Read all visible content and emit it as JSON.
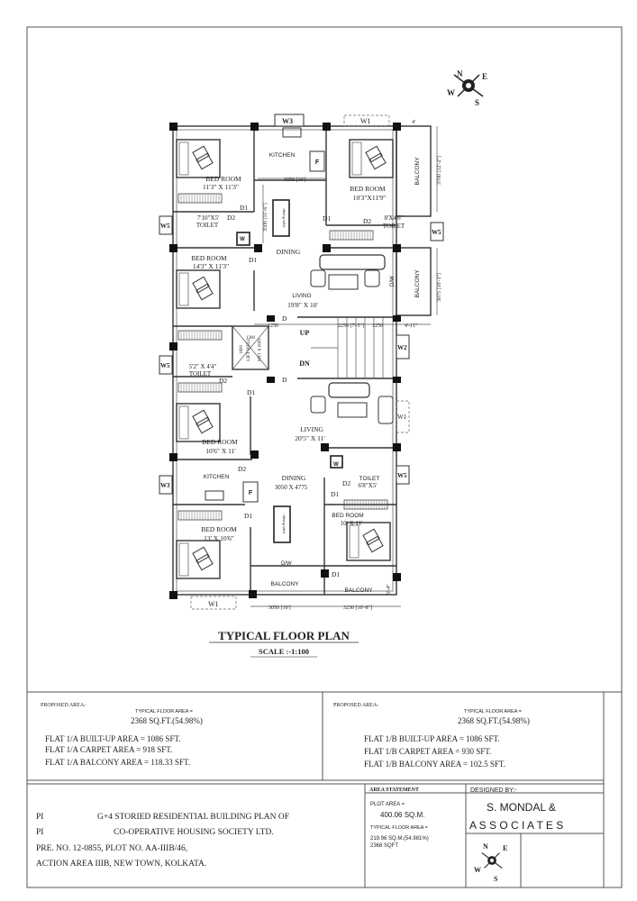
{
  "plan": {
    "title": "TYPICAL FLOOR PLAN",
    "scale": "SCALE :-1:100",
    "compass": {
      "n": "N",
      "e": "E",
      "s": "S",
      "w": "W"
    },
    "windows": {
      "w1": "W1",
      "w2": "W2",
      "w3": "W3",
      "w5": "W5"
    },
    "doors": {
      "d": "D",
      "d1": "D1",
      "d2": "D2",
      "dw": "D/W"
    },
    "rooms": {
      "bed1": {
        "name": "BED ROOM",
        "size": "11'3\" X 11'3\""
      },
      "kitchen1": {
        "name": "KITCHEN"
      },
      "bed2": {
        "name": "BED ROOM",
        "size": "10'3\"X11'9\""
      },
      "balcony": "BALCONY",
      "toilet1": {
        "name": "TOILET",
        "size": "7'10\"X5'"
      },
      "toilet2": {
        "name": "TOILET",
        "size": "8'X4'6\""
      },
      "dining1": {
        "name": "DINING",
        "table": "dining table"
      },
      "bed3": {
        "name": "BED ROOM",
        "size": "14'3\" X 11'3\""
      },
      "living1": {
        "name": "LIVING",
        "size": "19'8\" X 10'"
      },
      "lift": {
        "name": "LIFT WELL",
        "w": "1300",
        "h": "1600",
        "size": "1600 X 1300"
      },
      "stair": {
        "up": "UP",
        "dn": "DN"
      },
      "toilet3": {
        "name": "TOILET",
        "size": "5'2\" X 4'4\""
      },
      "bed4": {
        "name": "BED ROOM",
        "size": "10'6\" X 11'"
      },
      "living2": {
        "name": "LIVING",
        "size": "20'5\" X 11'"
      },
      "toilet4": {
        "name": "TOILET",
        "size": "6'8\"X5'"
      },
      "kitchen2": {
        "name": "KITCHEN"
      },
      "dining2": {
        "name": "DINING",
        "size": "3050 X 4775"
      },
      "bed5": {
        "name": "BED ROOM",
        "size": "13' X 10'6\""
      },
      "bed6": {
        "name": "BED ROOM",
        "size": "10' X 11'"
      },
      "fridge": "F",
      "washer": "W"
    },
    "dims": {
      "kitchen_w": "3050 [10']",
      "dining_h": "3500 [11'-6\"]",
      "balcony_top": "3700 [12'-2\"]",
      "balcony_top_w": "4'",
      "balcony_mid": "3075 [10'-1\"]",
      "stair_l": "1250",
      "stair_m": "2250 [7'-5\"]",
      "stair_r": "1250",
      "stair_x": "4'-11\"",
      "bottom_l": "3050 [10']",
      "bottom_r": "3230 [10'-8\"]",
      "balcony_bottom": "5'-4\""
    }
  },
  "area_left": {
    "heading": "PROPOSED AREA-",
    "typical_label": "TYPICAL FLOOR AREA =",
    "typical_value": "2368 SQ.FT.(54.98%)",
    "lines": [
      "FLAT 1/A BUILT-UP AREA = 1086 SFT.",
      "FLAT 1/A CARPET AREA = 918 SFT.",
      "FLAT 1/A BALCONY AREA = 118.33 SFT."
    ]
  },
  "area_right": {
    "heading": "PROPOSED AREA-",
    "typical_label": "TYPICAL FLOOR AREA =",
    "typical_value": "2368 SQ.FT.(54.98%)",
    "lines": [
      "FLAT 1/B BUILT-UP AREA = 1086 SFT.",
      "FLAT 1/B CARPET AREA = 930 SFT.",
      "FLAT 1/B BALCONY AREA = 102.5 SFT."
    ]
  },
  "title_block": {
    "project_lines": [
      "PI",
      "G+4 STORIED RESIDENTIAL BUILDING PLAN OF",
      "PI",
      "CO-OPERATIVE HOUSING SOCIETY LTD.",
      "PRE. NO. 12-0855, PLOT NO. AA-IIIB/46,",
      "ACTION AREA IIIB, NEW TOWN, KOLKATA."
    ],
    "area_statement": {
      "heading": "AREA STATEMENT",
      "plot_label": "PLOT AREA =",
      "plot_value": "400.06 SQ.M.",
      "floor_label": "TYPICAL FLOOR AREA =",
      "floor_value": "219.96 SQ.M.(54.981%)",
      "floor_sqft": "2368 SQFT"
    },
    "designer": {
      "label": "DESIGNED BY:-",
      "name_line1": "S. MONDAL &",
      "name_line2": "A S S O C I A T E S"
    }
  }
}
